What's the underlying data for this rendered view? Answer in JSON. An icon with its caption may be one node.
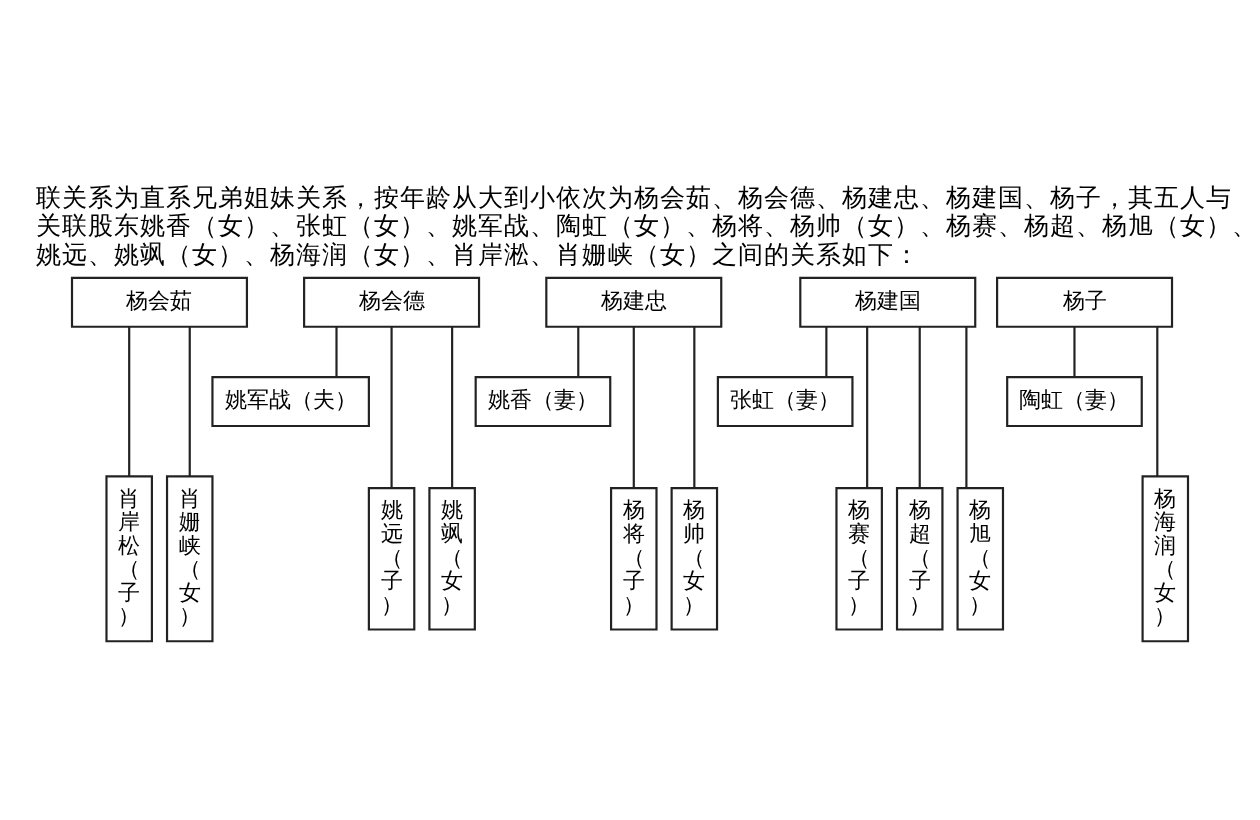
{
  "diagram": {
    "caption": "联关系为直系兄弟姐妹关系，按年龄从大到小依次为杨会茹、杨会德、杨建忠、杨建国、杨子，其五人与关联股东姚香（女）、张虹（女）、姚军战、陶虹（女）、杨将、杨帅（女）、杨赛、杨超、杨旭（女）、姚远、姚飒（女）、杨海润（女）、肖岸淞、肖姗峡（女）之间的关系如下：",
    "nodes": [
      {
        "text": [
          "杨会茹"
        ]
      },
      {
        "text": [
          "杨会德"
        ]
      },
      {
        "text": [
          "杨建忠"
        ]
      },
      {
        "text": [
          "杨建国"
        ]
      },
      {
        "text": [
          "杨子"
        ]
      },
      {
        "text": [
          "姚军战（夫）"
        ]
      },
      {
        "text": [
          "姚香（妻）"
        ]
      },
      {
        "text": [
          "张虹（妻）"
        ]
      },
      {
        "text": [
          "陶虹（妻）"
        ]
      },
      {
        "text": [
          "肖岸松（子）"
        ]
      },
      {
        "text": [
          "肖姗峡（女）"
        ]
      },
      {
        "text": [
          "姚远（子）"
        ]
      },
      {
        "text": [
          "姚飒（女）"
        ]
      },
      {
        "text": [
          "杨将（子）"
        ]
      },
      {
        "text": [
          "杨帅（女）"
        ]
      },
      {
        "text": [
          "杨赛（子）"
        ]
      },
      {
        "text": [
          "杨超（子）"
        ]
      },
      {
        "text": [
          "杨旭（女）"
        ]
      },
      {
        "text": [
          "杨海润（女）"
        ]
      }
    ],
    "edges": [
      {
        "from": 0,
        "to": 9,
        "arrow": "none"
      },
      {
        "from": 0,
        "to": 10,
        "arrow": "none"
      },
      {
        "from": 1,
        "to": 5,
        "arrow": "none"
      },
      {
        "from": 1,
        "to": 11,
        "arrow": "none"
      },
      {
        "from": 1,
        "to": 12,
        "arrow": "none"
      },
      {
        "from": 2,
        "to": 6,
        "arrow": "none"
      },
      {
        "from": 2,
        "to": 13,
        "arrow": "none"
      },
      {
        "from": 2,
        "to": 14,
        "arrow": "none"
      },
      {
        "from": 3,
        "to": 7,
        "arrow": "none"
      },
      {
        "from": 3,
        "to": 15,
        "arrow": "none"
      },
      {
        "from": 3,
        "to": 16,
        "arrow": "none"
      },
      {
        "from": 3,
        "to": 17,
        "arrow": "none"
      },
      {
        "from": 4,
        "to": 8,
        "arrow": "none"
      },
      {
        "from": 4,
        "to": 18,
        "arrow": "none"
      }
    ]
  }
}
